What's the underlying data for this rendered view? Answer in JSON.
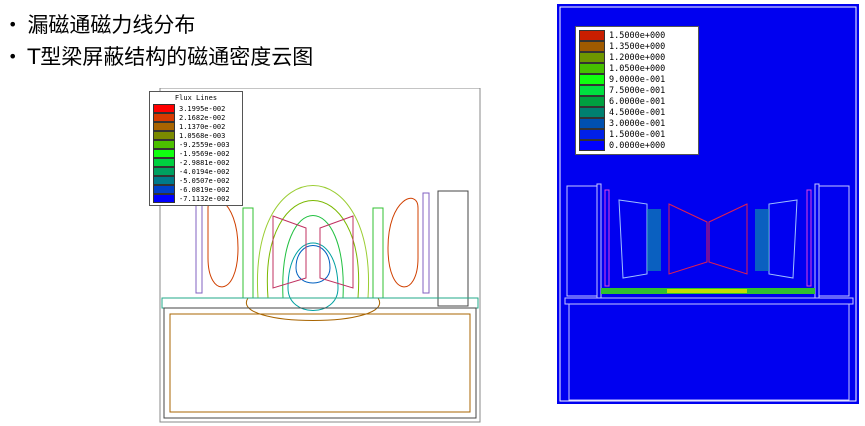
{
  "bullets": [
    "漏磁通磁力线分布",
    "T型梁屏蔽结构的磁通密度云图"
  ],
  "flux_legend": {
    "title": "Flux Lines",
    "entries": [
      {
        "v": "3.1995e-002",
        "c": "#ff0000"
      },
      {
        "v": "2.1682e-002",
        "c": "#d83a00"
      },
      {
        "v": "1.1370e-002",
        "c": "#a86400"
      },
      {
        "v": "1.0568e-003",
        "c": "#7a8a00"
      },
      {
        "v": "-9.2559e-003",
        "c": "#4cc000"
      },
      {
        "v": "-1.9569e-002",
        "c": "#10ff10"
      },
      {
        "v": "-2.9881e-002",
        "c": "#00d040"
      },
      {
        "v": "-4.0194e-002",
        "c": "#00a060"
      },
      {
        "v": "-5.0507e-002",
        "c": "#007a8a"
      },
      {
        "v": "-6.0819e-002",
        "c": "#0040c8"
      },
      {
        "v": "-7.1132e-002",
        "c": "#0000ff"
      }
    ]
  },
  "density_legend": {
    "entries": [
      {
        "v": "1.5000e+000",
        "c": "#c81e00"
      },
      {
        "v": "1.3500e+000",
        "c": "#a05a00"
      },
      {
        "v": "1.2000e+000",
        "c": "#6e9600"
      },
      {
        "v": "1.0500e+000",
        "c": "#46c000"
      },
      {
        "v": "9.0000e-001",
        "c": "#10ff10"
      },
      {
        "v": "7.5000e-001",
        "c": "#00e040"
      },
      {
        "v": "6.0000e-001",
        "c": "#00a040"
      },
      {
        "v": "4.5000e-001",
        "c": "#008070"
      },
      {
        "v": "3.0000e-001",
        "c": "#0050b0"
      },
      {
        "v": "1.5000e-001",
        "c": "#0020e8"
      },
      {
        "v": "0.0000e+000",
        "c": "#0000ff"
      }
    ]
  },
  "colors": {
    "field_bg": "#0000f0"
  }
}
